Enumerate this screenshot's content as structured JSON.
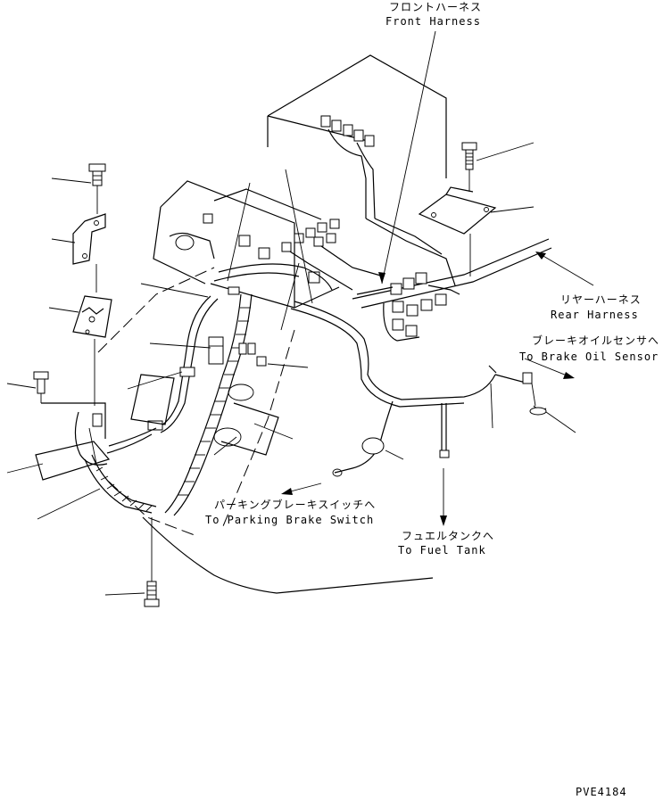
{
  "labels": {
    "front_harness_jp": "フロントハーネス",
    "front_harness_en": "Front Harness",
    "rear_harness_jp": "リヤーハーネス",
    "rear_harness_en": "Rear Harness",
    "brake_oil_sensor_jp": "ブレーキオイルセンサへ",
    "brake_oil_sensor_en": "To Brake Oil Sensor",
    "parking_brake_jp": "パーキングブレーキスイッチへ",
    "parking_brake_en": "To Parking Brake Switch",
    "fuel_tank_jp": "フュエルタンクへ",
    "fuel_tank_en": "To Fuel Tank",
    "drawing_number": "PVE4184"
  }
}
